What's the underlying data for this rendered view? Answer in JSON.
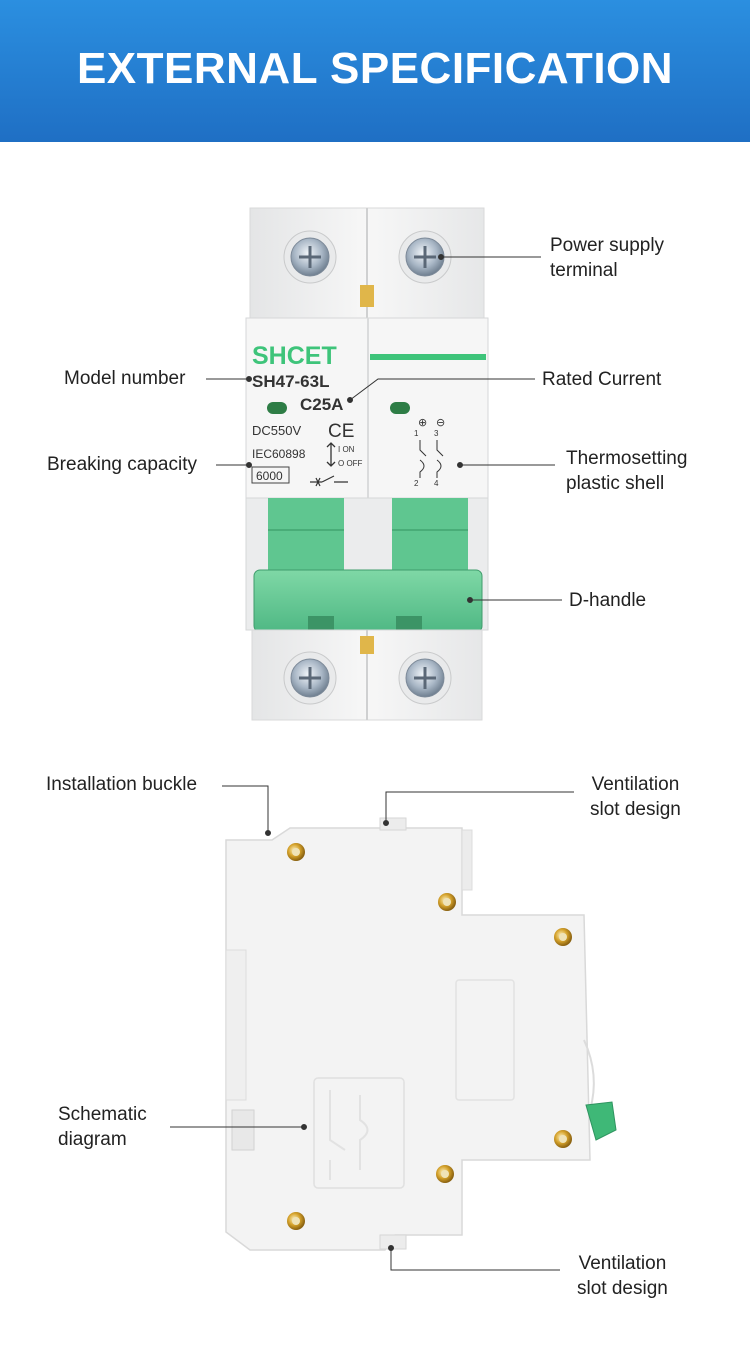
{
  "header": {
    "title": "EXTERNAL SPECIFICATION"
  },
  "device": {
    "brand": "SHCET",
    "model": "SH47-63L",
    "rating": "C25A",
    "voltage": "DC550V",
    "ce_mark": "CE",
    "standard": "IEC60898",
    "capacity": "6000",
    "on_label": "I ON",
    "off_label": "O OFF",
    "pole_plus": "⊕",
    "pole_minus": "⊖",
    "term_1": "1",
    "term_3": "3",
    "term_2": "2",
    "term_4": "4",
    "brand_color": "#3ec47a",
    "handle_color": "#6fcf9a"
  },
  "front_callouts": {
    "power_supply_1": "Power supply",
    "power_supply_2": "terminal",
    "model_number": "Model number",
    "rated_current": "Rated Current",
    "breaking_capacity": "Breaking capacity",
    "thermo_1": "Thermosetting",
    "thermo_2": "plastic shell",
    "d_handle": "D-handle"
  },
  "side_callouts": {
    "installation_buckle": "Installation buckle",
    "vent_top_1": "Ventilation",
    "vent_top_2": "slot design",
    "schematic_1": "Schematic",
    "schematic_2": "diagram",
    "vent_bottom_1": "Ventilation",
    "vent_bottom_2": "slot design"
  }
}
